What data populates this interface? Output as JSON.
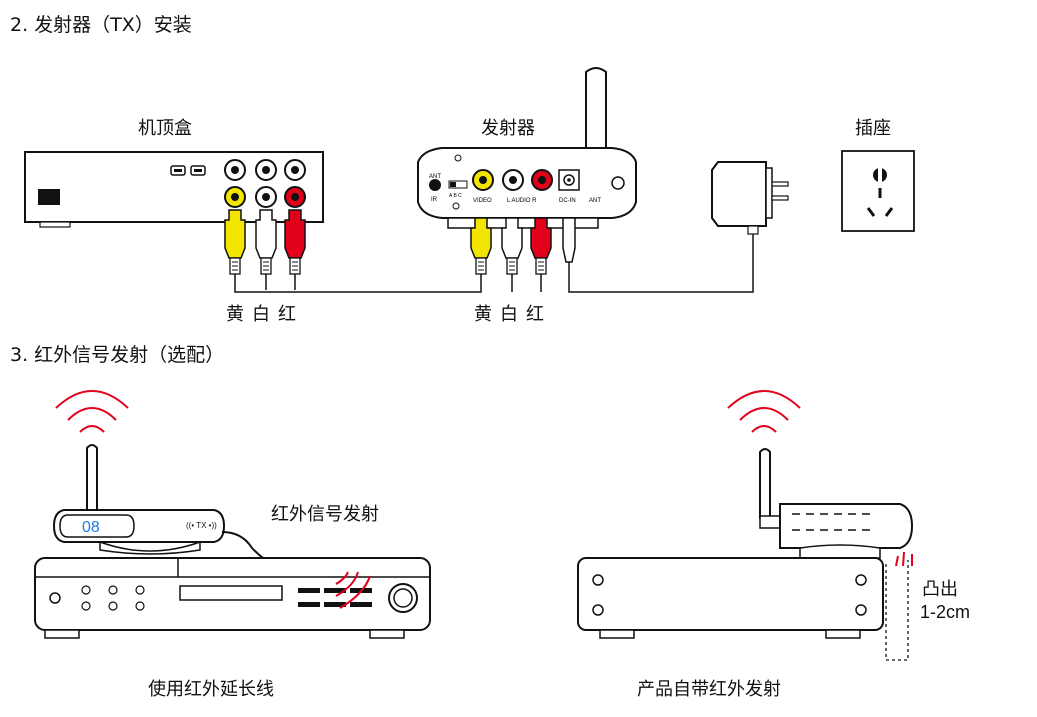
{
  "section2": {
    "heading": "2. 发射器（TX）安装",
    "stb_label": "机顶盒",
    "tx_label": "发射器",
    "socket_label": "插座",
    "stb_colors": "黄白红",
    "tx_colors": "黄白红",
    "tx_panel": {
      "ant": "ANT",
      "ir": "IR",
      "abc": "A B C",
      "video": "VIDEO",
      "audio": "L AUDIO R",
      "dcin": "DC-IN",
      "ant2": "ANT"
    }
  },
  "section3": {
    "heading": "3. 红外信号发射（选配）",
    "ir_label": "红外信号发射",
    "tx_display": "08",
    "tx_badge": "((• TX •))",
    "left_caption": "使用红外延长线",
    "right_caption": "产品自带红外发射",
    "protrude_label": "凸出",
    "protrude_size": "1-2cm"
  },
  "colors": {
    "yellow": "#f2e600",
    "red": "#e3001b",
    "white": "#ffffff",
    "line": "#111111",
    "display": "#1a7fe0"
  }
}
